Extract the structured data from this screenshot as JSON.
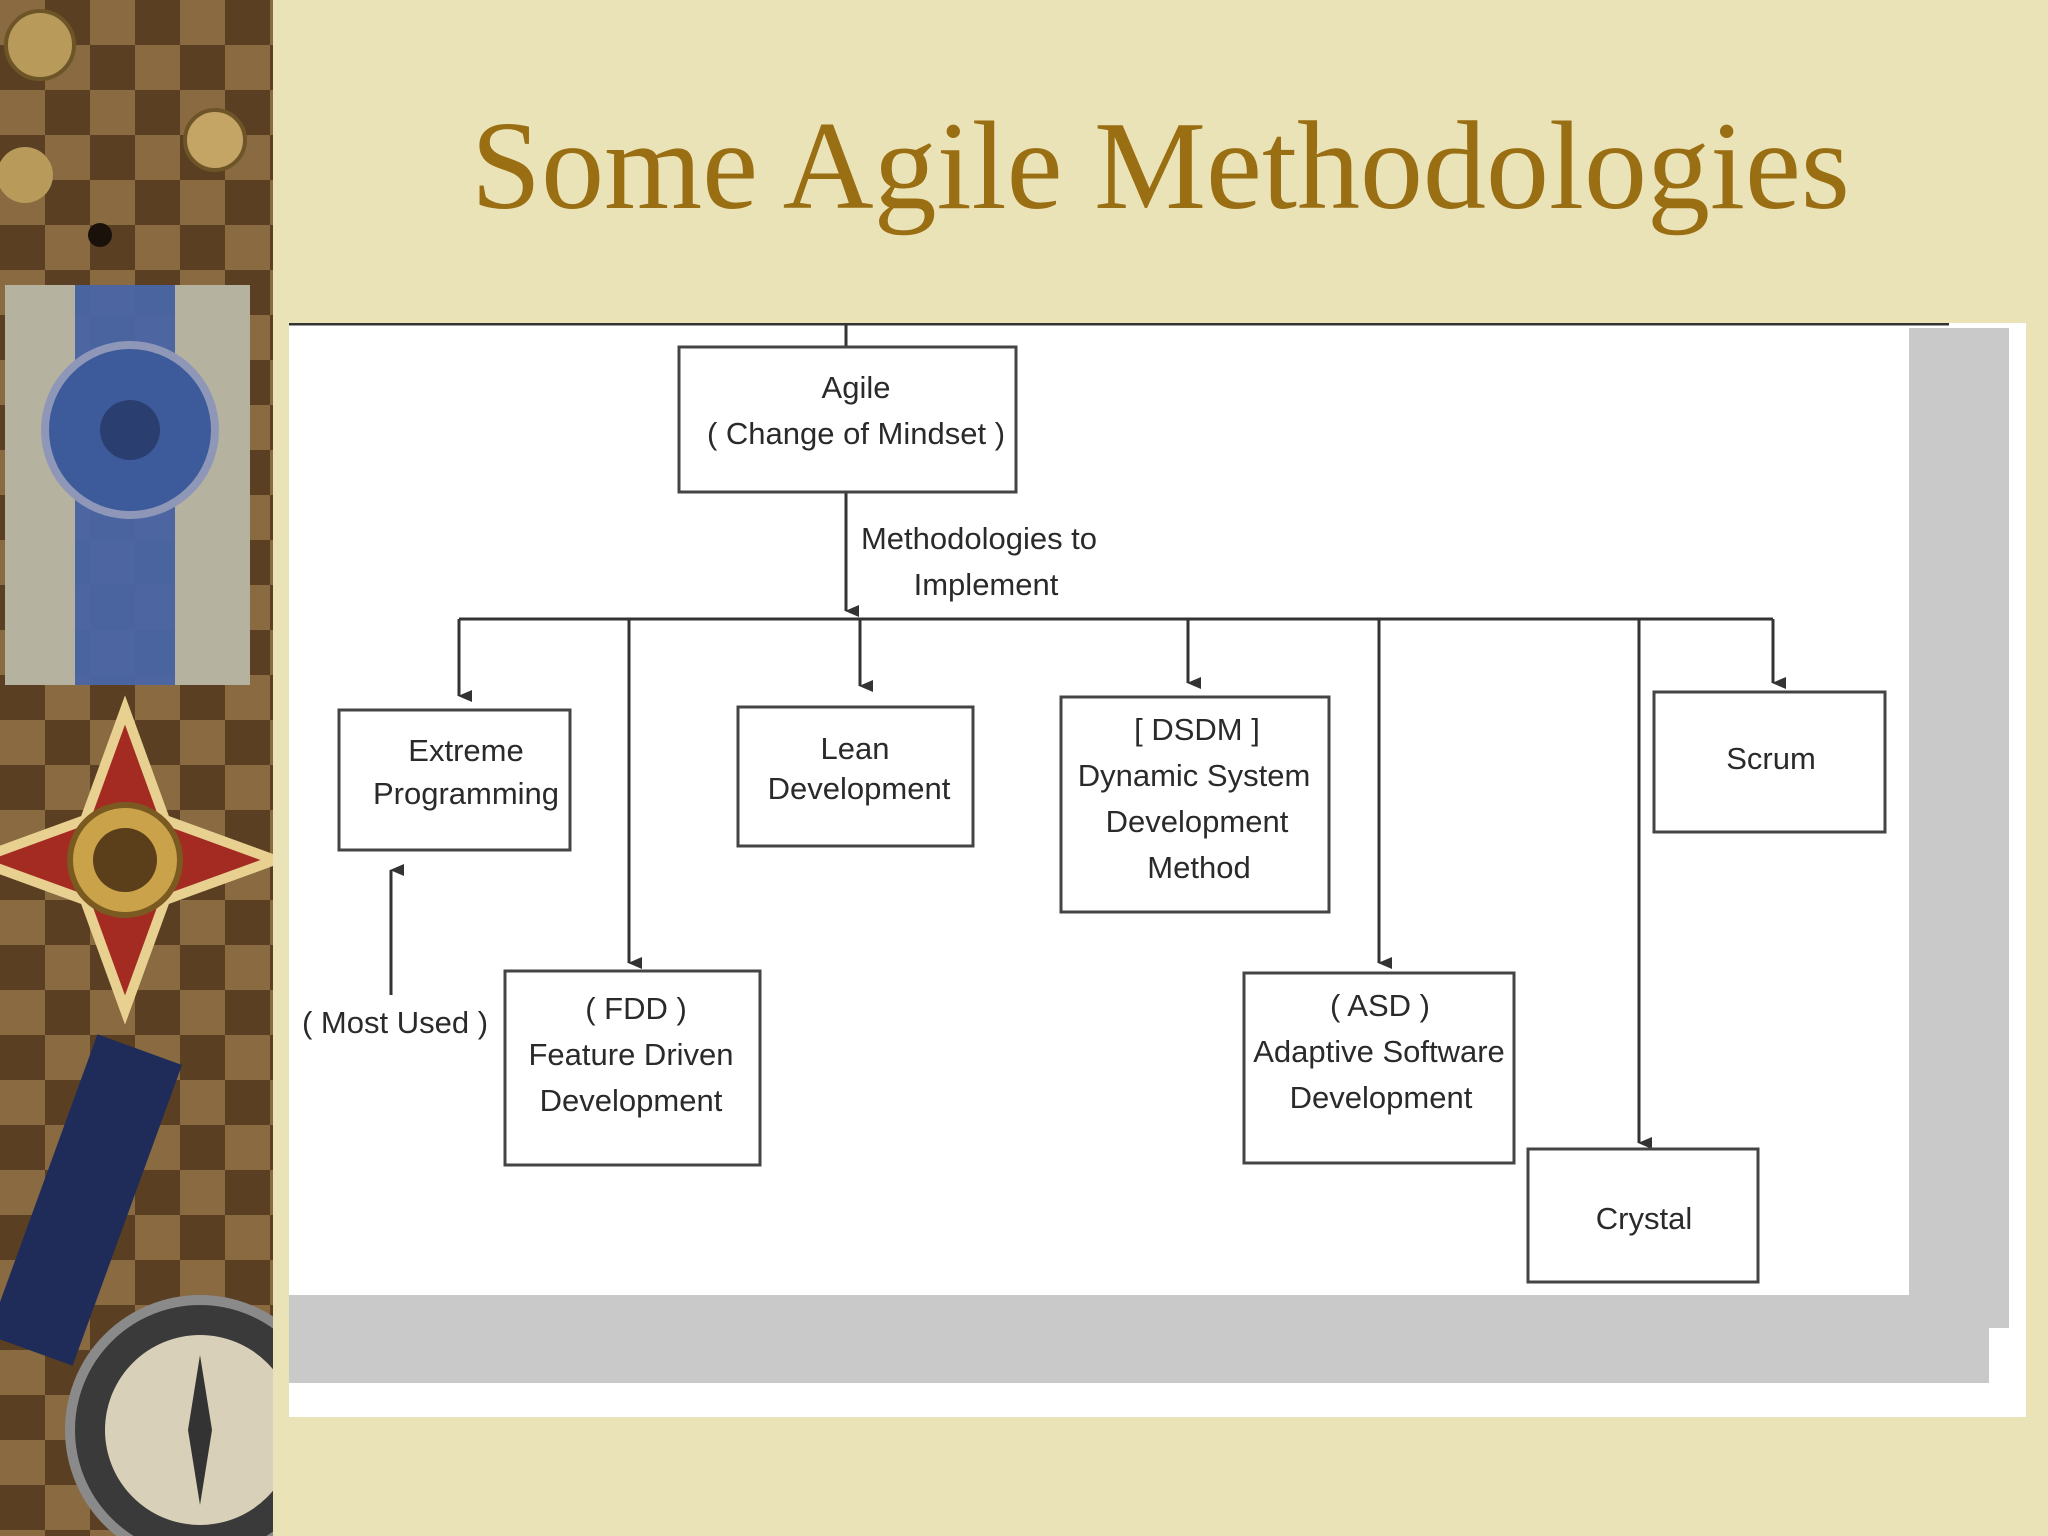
{
  "slide": {
    "title": "Some Agile Methodologies"
  },
  "diagram": {
    "root": [
      "Agile",
      "( Change of Mindset )"
    ],
    "connector_label": [
      "Methodologies to",
      "Implement"
    ],
    "methods": {
      "xp": [
        "Extreme",
        "Programming"
      ],
      "fdd": [
        "( FDD )",
        "Feature Driven",
        "Development"
      ],
      "lean": [
        "Lean",
        "Development"
      ],
      "dsdm": [
        "[ DSDM ]",
        "Dynamic System",
        "Development",
        "Method"
      ],
      "asd": [
        "( ASD )",
        "Adaptive Software",
        "Development"
      ],
      "crystal": [
        "Crystal"
      ],
      "scrum": [
        "Scrum"
      ]
    },
    "note": "( Most Used )"
  },
  "colors": {
    "background": "#ebe3b8",
    "title": "#9a6e12",
    "panel": "#ffffff",
    "line": "#333333"
  }
}
